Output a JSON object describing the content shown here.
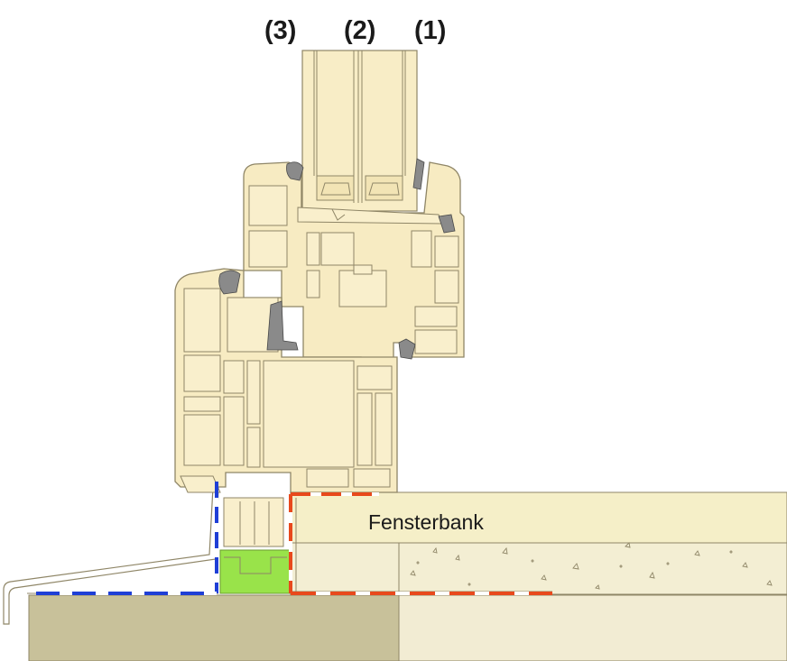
{
  "labels": {
    "pane_3": "(3)",
    "pane_2": "(2)",
    "pane_1": "(1)",
    "sill": "Fensterbank"
  },
  "colors": {
    "profile": "#f7ebc2",
    "sill_top": "#f5efc8",
    "sill_bottom": "#f3eed3",
    "wall_left": "#c8c19a",
    "wall_right": "#f2ecd3",
    "seal_green": "#99e34a",
    "tape_blue": "#1f3fd6",
    "tape_red": "#e8491c",
    "outline": "#8f8667"
  }
}
